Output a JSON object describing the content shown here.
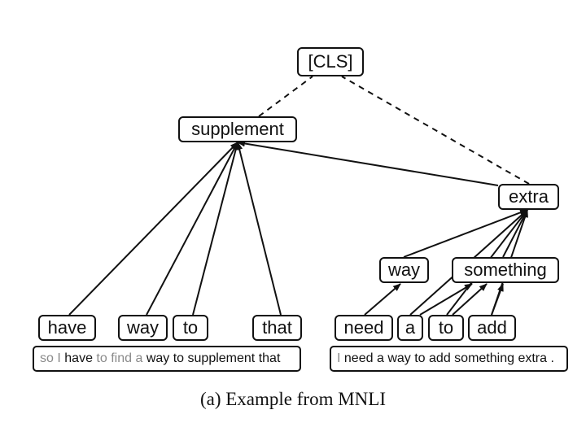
{
  "nodes": {
    "cls": "[CLS]",
    "supplement": "supplement",
    "extra": "extra",
    "way_right": "way",
    "something": "something",
    "have": "have",
    "way_left": "way",
    "to_left": "to",
    "that": "that",
    "need": "need",
    "a": "a",
    "to_right": "to",
    "add": "add"
  },
  "sentences": {
    "left": [
      {
        "text": "so",
        "dim": true
      },
      {
        "text": "I",
        "dim": true
      },
      {
        "text": "have",
        "dim": false
      },
      {
        "text": "to",
        "dim": true
      },
      {
        "text": "find",
        "dim": true
      },
      {
        "text": "a",
        "dim": true
      },
      {
        "text": "way",
        "dim": false
      },
      {
        "text": "to",
        "dim": false
      },
      {
        "text": "supplement",
        "dim": false
      },
      {
        "text": "that",
        "dim": false
      }
    ],
    "right": [
      {
        "text": "I",
        "dim": true
      },
      {
        "text": "need",
        "dim": false
      },
      {
        "text": "a",
        "dim": false
      },
      {
        "text": "way",
        "dim": false
      },
      {
        "text": "to",
        "dim": false
      },
      {
        "text": "add",
        "dim": false
      },
      {
        "text": "something",
        "dim": false
      },
      {
        "text": "extra",
        "dim": false
      },
      {
        "text": ".",
        "dim": false
      }
    ]
  },
  "edges": [
    {
      "from": "have",
      "to": "supplement",
      "style": "solid"
    },
    {
      "from": "way_left",
      "to": "supplement",
      "style": "solid"
    },
    {
      "from": "to_left",
      "to": "supplement",
      "style": "solid"
    },
    {
      "from": "that",
      "to": "supplement",
      "style": "solid"
    },
    {
      "from": "extra",
      "to": "supplement",
      "style": "solid"
    },
    {
      "from": "need",
      "to": "way_right",
      "style": "solid"
    },
    {
      "from": "a",
      "to": "something",
      "style": "solid"
    },
    {
      "from": "to_right",
      "to": "something",
      "style": "solid"
    },
    {
      "from": "add",
      "to": "something",
      "style": "solid"
    },
    {
      "from": "way_right",
      "to": "extra",
      "style": "solid"
    },
    {
      "from": "something",
      "to": "extra",
      "style": "solid"
    },
    {
      "from": "a",
      "to": "extra",
      "style": "solid"
    },
    {
      "from": "to_right",
      "to": "extra",
      "style": "solid"
    },
    {
      "from": "add",
      "to": "extra",
      "style": "solid"
    },
    {
      "from": "supplement",
      "to": "cls",
      "style": "dashed"
    },
    {
      "from": "extra",
      "to": "cls",
      "style": "dashed"
    }
  ],
  "caption": "(a) Example from MNLI"
}
